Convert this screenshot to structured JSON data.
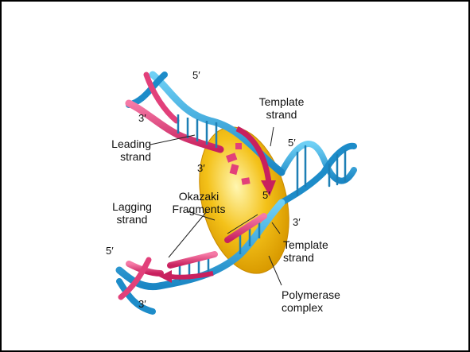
{
  "labels": {
    "five_prime": "5′",
    "three_prime": "3′",
    "template_top": [
      "Template",
      "strand"
    ],
    "leading": [
      "Leading",
      "strand"
    ],
    "lagging": [
      "Lagging",
      "strand"
    ],
    "okazaki": [
      "Okazaki",
      "Fragments"
    ],
    "template_bottom": [
      "Template",
      "strand"
    ],
    "polymerase": [
      "Polymerase",
      "complex"
    ]
  },
  "colors": {
    "template": "#29a8df",
    "new_strand": "#e2407a",
    "polymerase": "#f4c21a",
    "rungs": "#1d7fb5"
  }
}
